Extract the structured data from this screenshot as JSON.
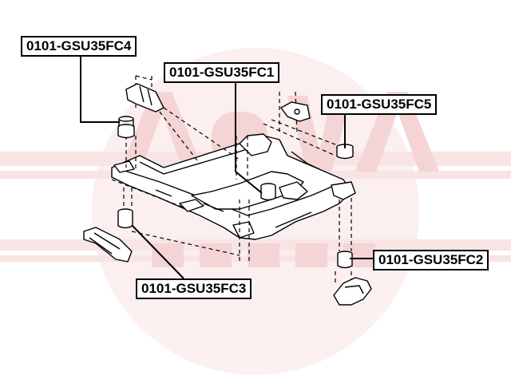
{
  "callouts": {
    "fc4": "0101-GSU35FC4",
    "fc1": "0101-GSU35FC1",
    "fc5": "0101-GSU35FC5",
    "fc2": "0101-GSU35FC2",
    "fc3": "0101-GSU35FC3"
  },
  "watermark": {
    "text": "ASVA SPORT",
    "color": "#e8a0a0"
  },
  "colors": {
    "line": "#000000",
    "part_fill": "#ffffff"
  }
}
